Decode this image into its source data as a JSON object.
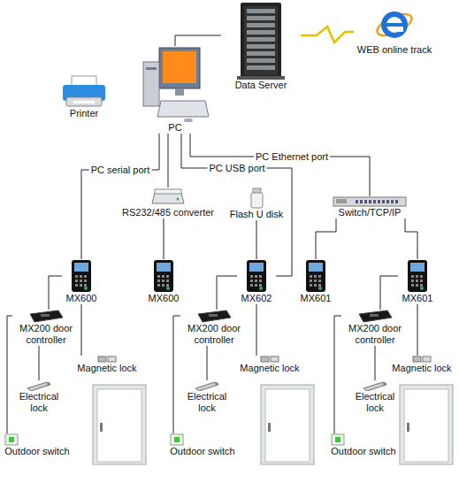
{
  "diagram": {
    "nodes": [
      {
        "text": [
          "Data Server"
        ]
      },
      {
        "text": [
          "WEB online track"
        ]
      },
      {
        "text": [
          "Printer"
        ]
      },
      {
        "text": [
          "PC"
        ]
      },
      {
        "text": [
          "RS232/485 converter"
        ]
      },
      {
        "text": [
          "Flash U disk"
        ]
      },
      {
        "text": [
          "Switch/TCP/IP"
        ]
      },
      {
        "text": [
          "MX600"
        ]
      },
      {
        "text": [
          "MX600"
        ]
      },
      {
        "text": [
          "MX602"
        ]
      },
      {
        "text": [
          "MX601"
        ]
      },
      {
        "text": [
          "MX601"
        ]
      },
      {
        "text": [
          "MX200 door controller"
        ]
      },
      {
        "text": [
          "Magnetic lock"
        ]
      },
      {
        "text": [
          "Electrical lock"
        ]
      },
      {
        "text": [
          "Outdoor switch"
        ]
      },
      {
        "text": [
          "MX200 door controller"
        ]
      },
      {
        "text": [
          "Magnetic lock"
        ]
      },
      {
        "text": [
          "Electrical lock"
        ]
      },
      {
        "text": [
          "Outdoor switch"
        ]
      },
      {
        "text": [
          "MX200 door controller"
        ]
      },
      {
        "text": [
          "Magnetic lock"
        ]
      },
      {
        "text": [
          "Electrical lock"
        ]
      },
      {
        "text": [
          "Outdoor switch"
        ]
      }
    ],
    "edges": [
      {
        "from": 3,
        "to": 0,
        "arrow": "none"
      },
      {
        "from": 0,
        "to": 1,
        "arrow": "none"
      },
      {
        "from": 3,
        "to": 7,
        "label": "PC serial port",
        "arrow": "none"
      },
      {
        "from": 3,
        "to": 4,
        "arrow": "none"
      },
      {
        "from": 3,
        "to": 9,
        "label": "PC USB port",
        "arrow": "none"
      },
      {
        "from": 3,
        "to": 6,
        "label": "PC Ethernet port",
        "arrow": "none"
      },
      {
        "from": 4,
        "to": 8,
        "arrow": "none"
      },
      {
        "from": 5,
        "to": 9,
        "arrow": "none"
      },
      {
        "from": 6,
        "to": 10,
        "arrow": "none"
      },
      {
        "from": 6,
        "to": 11,
        "arrow": "none"
      },
      {
        "from": 7,
        "to": 12,
        "arrow": "none"
      },
      {
        "from": 7,
        "to": 13,
        "arrow": "none"
      },
      {
        "from": 12,
        "to": 14,
        "arrow": "none"
      },
      {
        "from": 12,
        "to": 15,
        "arrow": "none"
      },
      {
        "from": 9,
        "to": 16,
        "arrow": "none"
      },
      {
        "from": 9,
        "to": 17,
        "arrow": "none"
      },
      {
        "from": 16,
        "to": 18,
        "arrow": "none"
      },
      {
        "from": 16,
        "to": 19,
        "arrow": "none"
      },
      {
        "from": 11,
        "to": 20,
        "arrow": "none"
      },
      {
        "from": 11,
        "to": 21,
        "arrow": "none"
      },
      {
        "from": 20,
        "to": 22,
        "arrow": "none"
      },
      {
        "from": 20,
        "to": 23,
        "arrow": "none"
      }
    ]
  }
}
